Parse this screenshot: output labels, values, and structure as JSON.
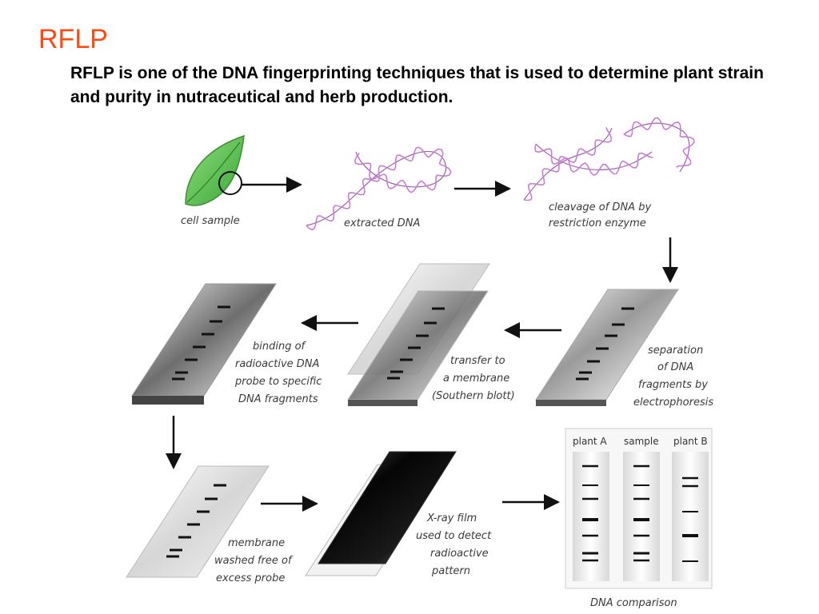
{
  "title": "RFLP",
  "subtitle": "RFLP is one of the DNA fingerprinting techniques that is used to determine plant strain and purity in nutraceutical and herb production.",
  "colors": {
    "title": "#ff4a12",
    "leaf": "#5cc24a",
    "dna": "#c77fd4",
    "text": "#3a3a3a"
  },
  "steps": {
    "cell_sample": "cell sample",
    "extracted_dna": "extracted DNA",
    "cleavage": [
      "cleavage of DNA by",
      "restriction enzyme"
    ],
    "separation": [
      "separation",
      "of DNA",
      "fragments by",
      "electrophoresis"
    ],
    "transfer": [
      "transfer to",
      "a membrane",
      "(Southern blott)"
    ],
    "binding": [
      "binding of",
      "radioactive DNA",
      "probe to specific",
      "DNA fragments"
    ],
    "washed": [
      "membrane",
      "washed free of",
      "excess probe"
    ],
    "xray": [
      "X-ray film",
      "used to detect",
      "radioactive",
      "pattern"
    ],
    "comparison": "DNA comparison"
  },
  "lanes": [
    "plant A",
    "sample",
    "plant B"
  ]
}
